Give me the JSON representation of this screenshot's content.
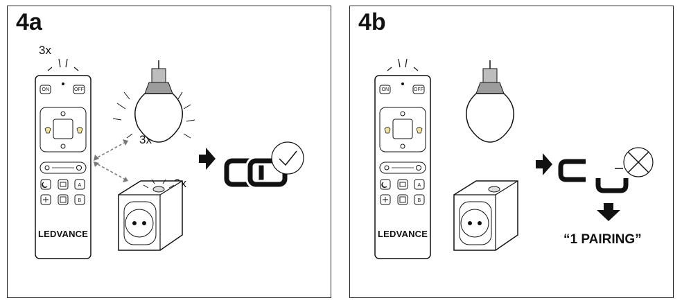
{
  "panel_a": {
    "title": "4a",
    "press_count_remote": "3x",
    "press_count_bulb": "3x",
    "press_count_plug": "3x",
    "remote": {
      "on": "ON",
      "off": "OFF",
      "a": "A",
      "b": "B",
      "brand": "LEDVANCE"
    }
  },
  "panel_b": {
    "title": "4b",
    "remote": {
      "on": "ON",
      "off": "OFF",
      "a": "A",
      "b": "B",
      "brand": "LEDVANCE"
    },
    "result_label": "“1 PAIRING”"
  },
  "icons": [
    "remote-control",
    "light-bulb",
    "smart-plug",
    "link-chain",
    "check-mark",
    "cross-mark",
    "arrow-right",
    "arrow-down"
  ]
}
